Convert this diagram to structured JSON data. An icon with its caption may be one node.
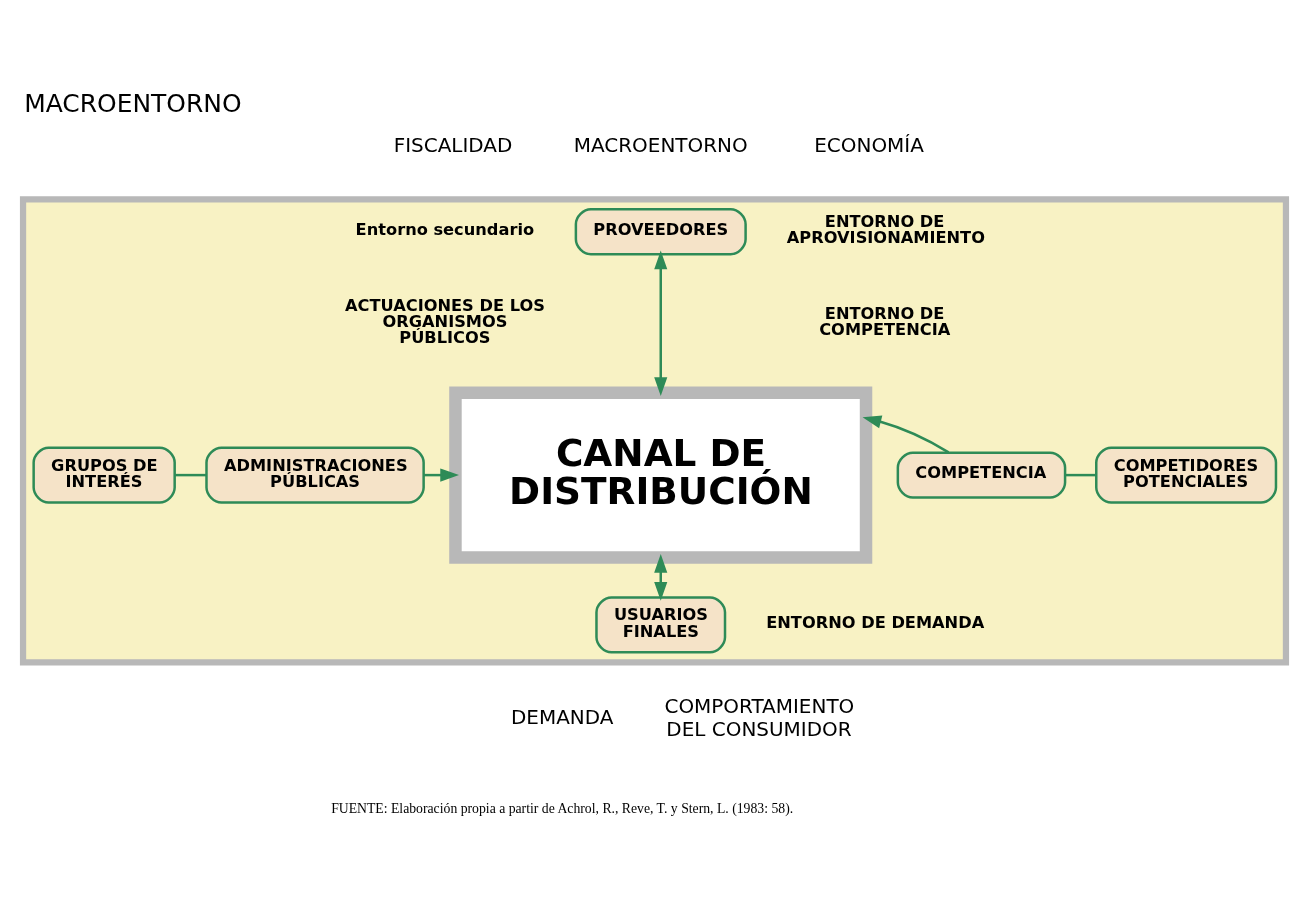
{
  "diagram": {
    "title": "MACROENTORNO",
    "caption": "FUENTE: Elaboración propia a partir de Achrol, R., Reve, T. y Stern, L. (1983: 58).",
    "nodes": [
      {
        "text": [],
        "shape": "box"
      },
      {
        "text": [
          "PROVEEDORES"
        ],
        "in": 0
      },
      {
        "text": [
          "GRUPOS DE INTERÉS"
        ],
        "in": 0
      },
      {
        "text": [
          "ADMINISTRACIONES PÚBLICAS"
        ],
        "in": 0
      },
      {
        "text": [
          "CANAL DE DISTRIBUCIÓN"
        ],
        "in": 0
      },
      {
        "text": [
          "COMPETENCIA"
        ],
        "in": 0
      },
      {
        "text": [
          "COMPETIDORES POTENCIALES"
        ],
        "in": 0
      },
      {
        "text": [
          "USUARIOS FINALES"
        ],
        "in": 0
      }
    ],
    "edges": [
      {
        "from": 1,
        "to": 4,
        "arrow": "both"
      },
      {
        "from": 2,
        "to": 3,
        "arrow": "none"
      },
      {
        "from": 3,
        "to": 4,
        "arrow": "to"
      },
      {
        "from": 5,
        "to": 4,
        "arrow": "to"
      },
      {
        "from": 5,
        "to": 6,
        "arrow": "none"
      },
      {
        "from": 4,
        "to": 7,
        "arrow": "both"
      }
    ],
    "labels": [
      "FISCALIDAD",
      "MACROENTORNO",
      "ECONOMÍA",
      "Entorno secundario",
      "ENTORNO DE APROVISIONAMIENTO",
      "ACTUACIONES DE LOS ORGANISMOS PÚBLICOS",
      "ENTORNO DE COMPETENCIA",
      "ENTORNO DE DEMANDA",
      "DEMANDA",
      "COMPORTAMIENTO DEL CONSUMIDOR"
    ]
  }
}
